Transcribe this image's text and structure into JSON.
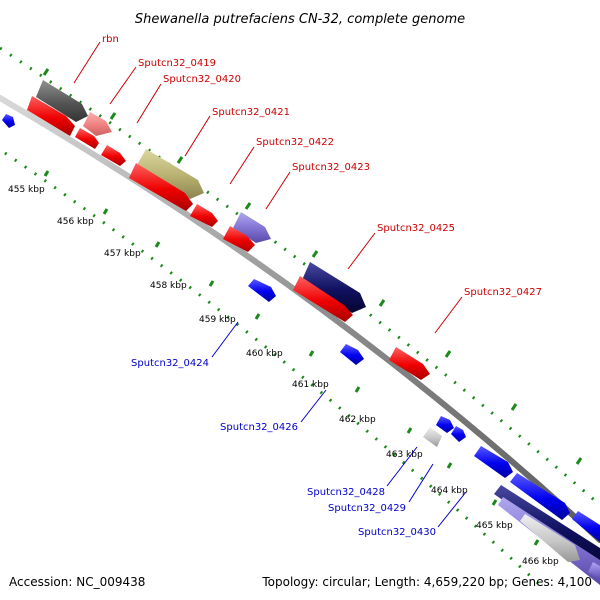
{
  "title": "Shewanella putrefaciens CN-32, complete genome",
  "footer": {
    "accession": "Accession: NC_009438",
    "summary": "Topology: circular; Length: 4,659,220 bp; Genes: 4,100"
  },
  "colors": {
    "backbone": "#8c8c8c",
    "tick_dots": "#1a8a1a",
    "forward_label": "#cc0000",
    "reverse_label": "#0000cc",
    "cds_forward": "#ee0000",
    "cds_reverse": "#0000ee",
    "rrna": "#555555",
    "pseudo_pink": "#f08080",
    "khaki": "#b8b070",
    "lavender": "#8070d0",
    "dark_navy": "#101060",
    "light_gray": "#c8c8c8"
  },
  "ruler": {
    "ticks": [
      "455 kbp",
      "456 kbp",
      "457 kbp",
      "458 kbp",
      "459 kbp",
      "460 kbp",
      "461 kbp",
      "462 kbp",
      "463 kbp",
      "464 kbp",
      "465 kbp",
      "466 kbp"
    ]
  },
  "forward_labels": [
    "rbn",
    "Sputcn32_0419",
    "Sputcn32_0420",
    "Sputcn32_0421",
    "Sputcn32_0422",
    "Sputcn32_0423",
    "Sputcn32_0425",
    "Sputcn32_0427"
  ],
  "reverse_labels": [
    "Sputcn32_0424",
    "Sputcn32_0426",
    "Sputcn32_0428",
    "Sputcn32_0429",
    "Sputcn32_0430"
  ]
}
